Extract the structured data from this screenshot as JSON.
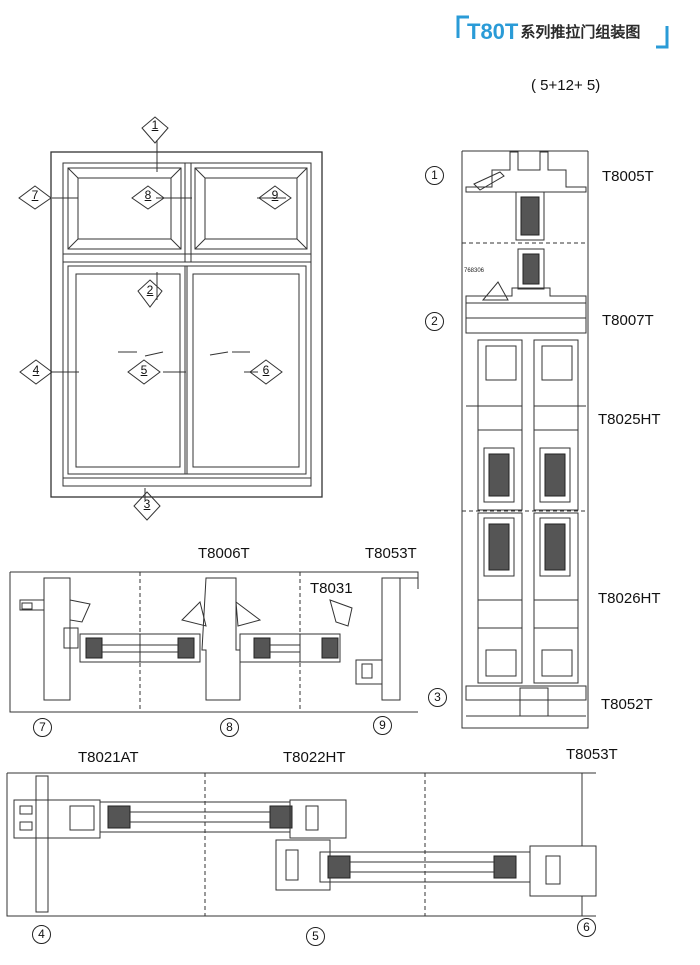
{
  "title": {
    "code": "T80T",
    "text": "系列推拉门组装图"
  },
  "spec": "( 5+12+ 5)",
  "colors": {
    "accent": "#2a9bd7",
    "line": "#333333",
    "glass_seal": "#555555"
  },
  "elevation_tags": [
    "1",
    "2",
    "3",
    "4",
    "5",
    "6",
    "7",
    "8",
    "9"
  ],
  "vertical_section": {
    "numbers": [
      "1",
      "2",
      "3"
    ],
    "part_labels": [
      "T8005T",
      "T8007T",
      "T8025HT",
      "T8026HT",
      "T8052T"
    ],
    "small_tag": "768306"
  },
  "mid_section": {
    "part_labels": [
      "T8006T",
      "T8053T",
      "T8031"
    ],
    "numbers": [
      "7",
      "8",
      "9"
    ]
  },
  "bottom_section": {
    "part_labels": [
      "T8021AT",
      "T8022HT",
      "T8053T"
    ],
    "numbers": [
      "4",
      "5",
      "6"
    ]
  }
}
